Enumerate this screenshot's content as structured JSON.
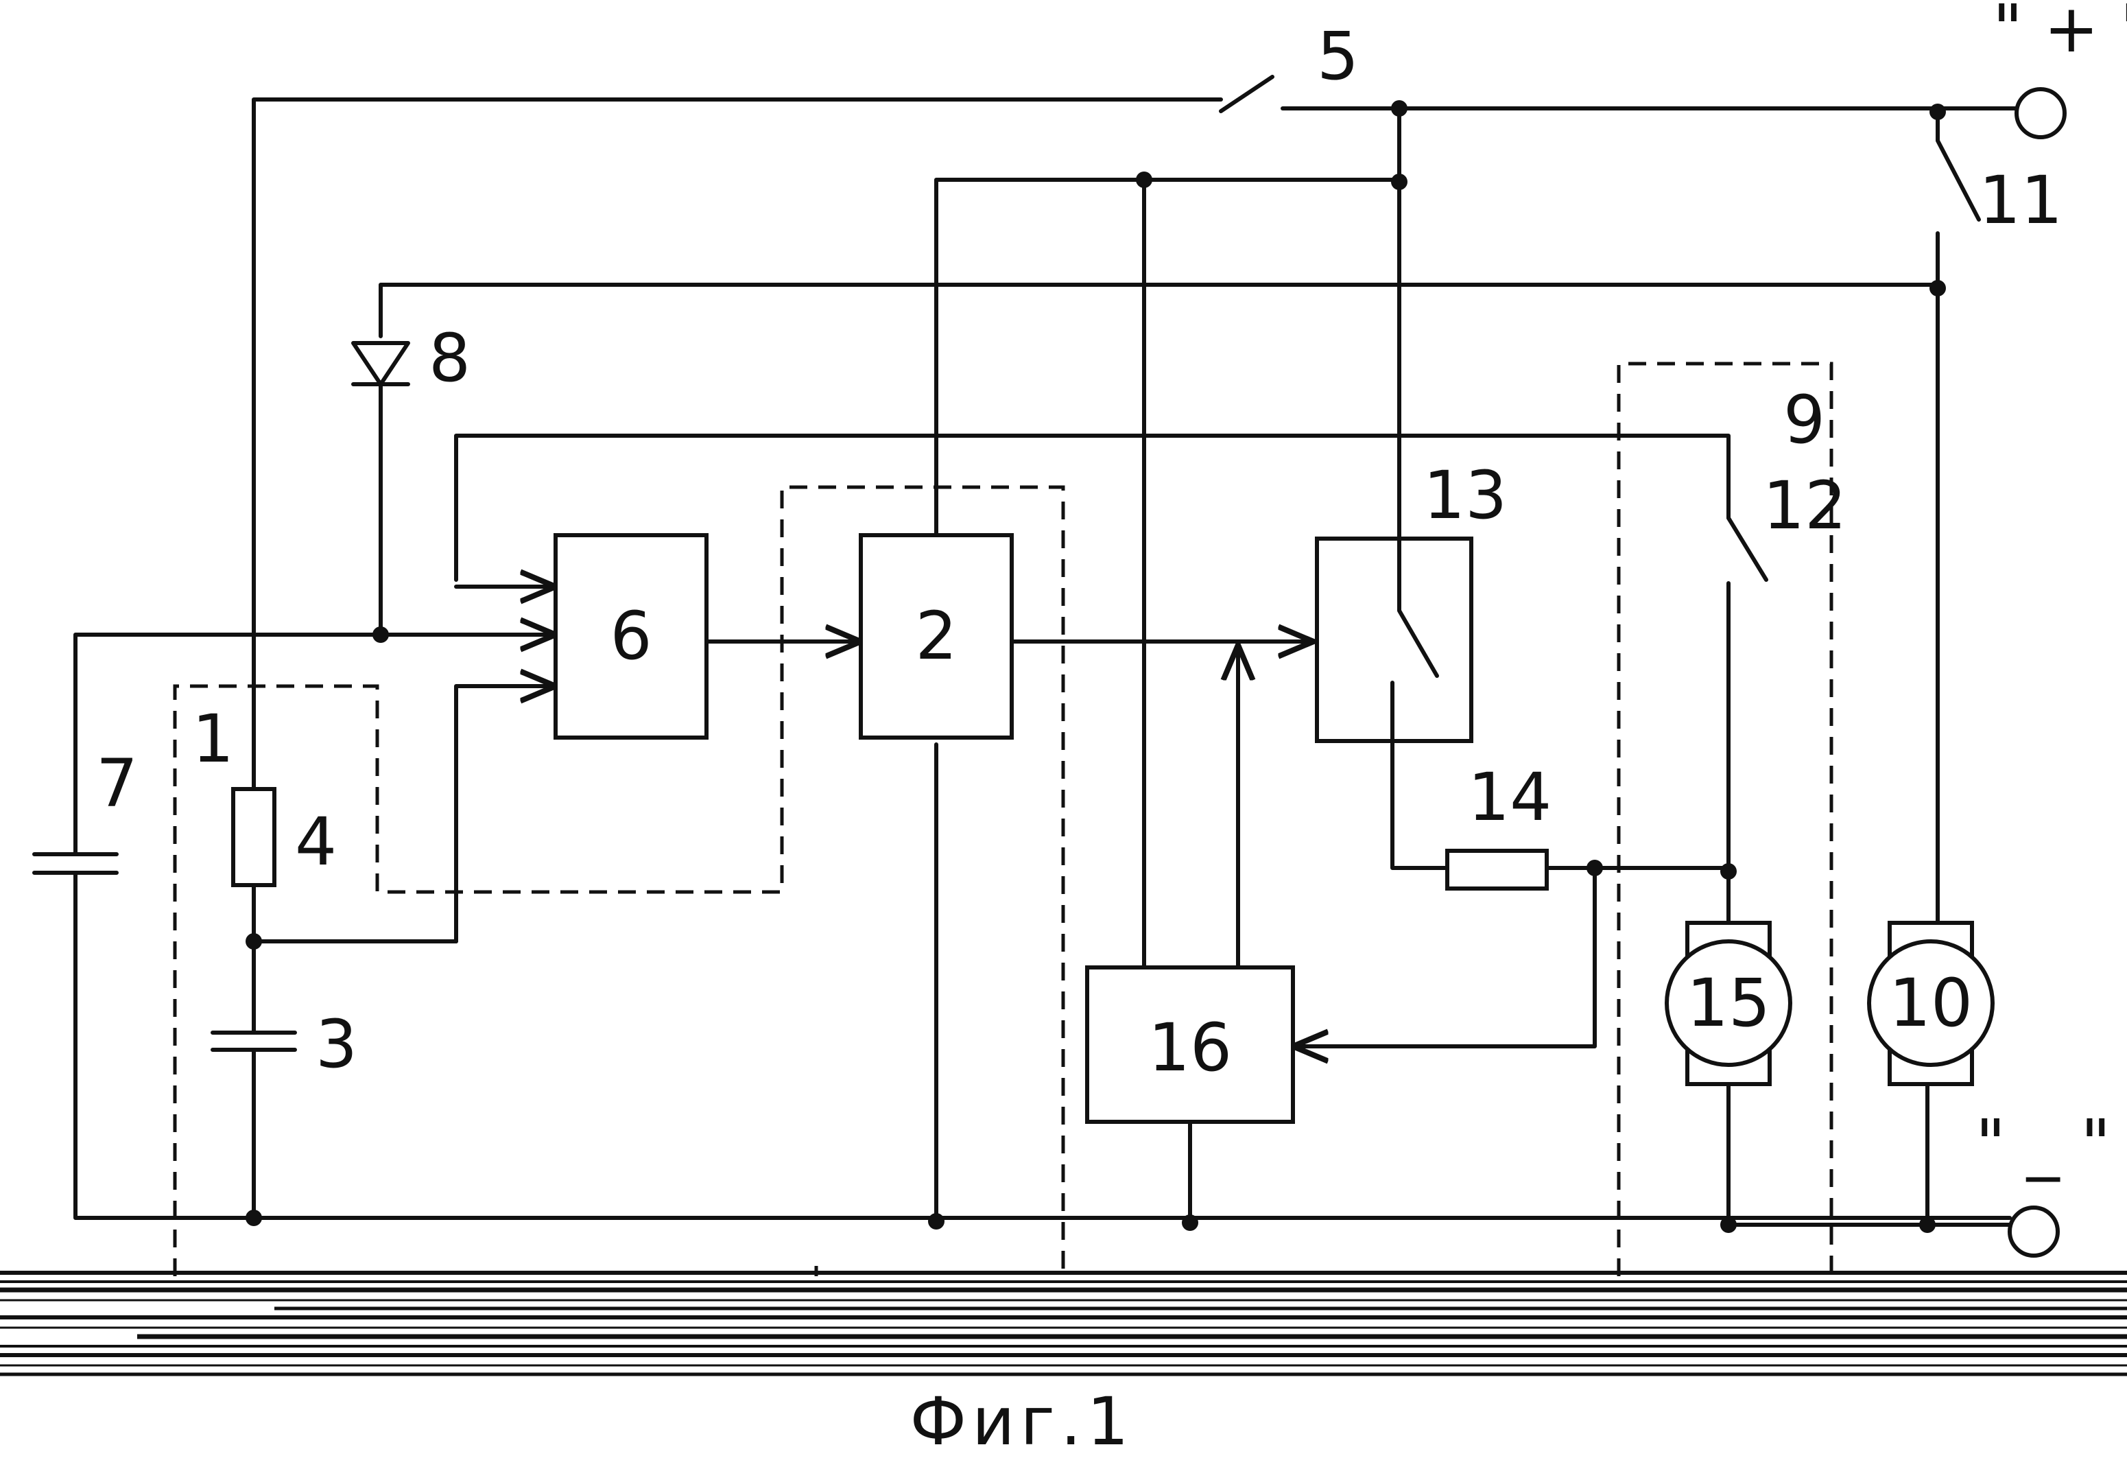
{
  "terminals": {
    "plus": "\" + \"",
    "minus": "\" _ \""
  },
  "blocks": {
    "b6": "6",
    "b2": "2",
    "b13": "13",
    "b16": "16"
  },
  "components": {
    "c1": "1",
    "c3": "3",
    "c4": "4",
    "c5": "5",
    "c7": "7",
    "c8": "8",
    "c9": "9",
    "c10": "10",
    "c11": "11",
    "c12": "12",
    "c14": "14",
    "c15": "15"
  },
  "caption": "Фиг.1",
  "colors": {
    "ink": "#111111",
    "paper": "#ffffff"
  }
}
